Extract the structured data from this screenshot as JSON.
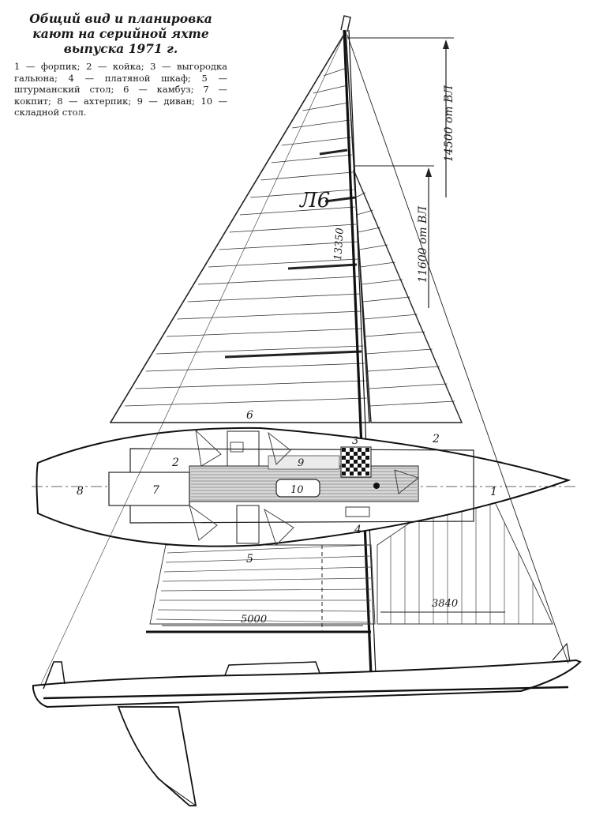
{
  "caption": {
    "title": "Общий вид и планировка кают на серийной яхте выпуска 1971 г.",
    "legend": "1 — форпик; 2 — койка; 3 — выгородка гальюна; 4 — платяной шкаф; 5 — штурманский стол; 6 — камбуз; 7 — кокпит; 8 — ахтерпик; 9 — диван; 10 — складной стол."
  },
  "sail_number": "Л6",
  "dimensions": {
    "mast_height_top": "14500 от ВЛ",
    "mast_height_jib": "11600 от ВЛ",
    "luff_length": "13350",
    "boom_length": "5000",
    "jib_foot": "3840"
  },
  "plan_labels": {
    "l1": "1",
    "l2a": "2",
    "l2b": "2",
    "l3": "3",
    "l4": "4",
    "l5": "5",
    "l6": "6",
    "l7": "7",
    "l8": "8",
    "l9": "9",
    "l10": "10"
  }
}
